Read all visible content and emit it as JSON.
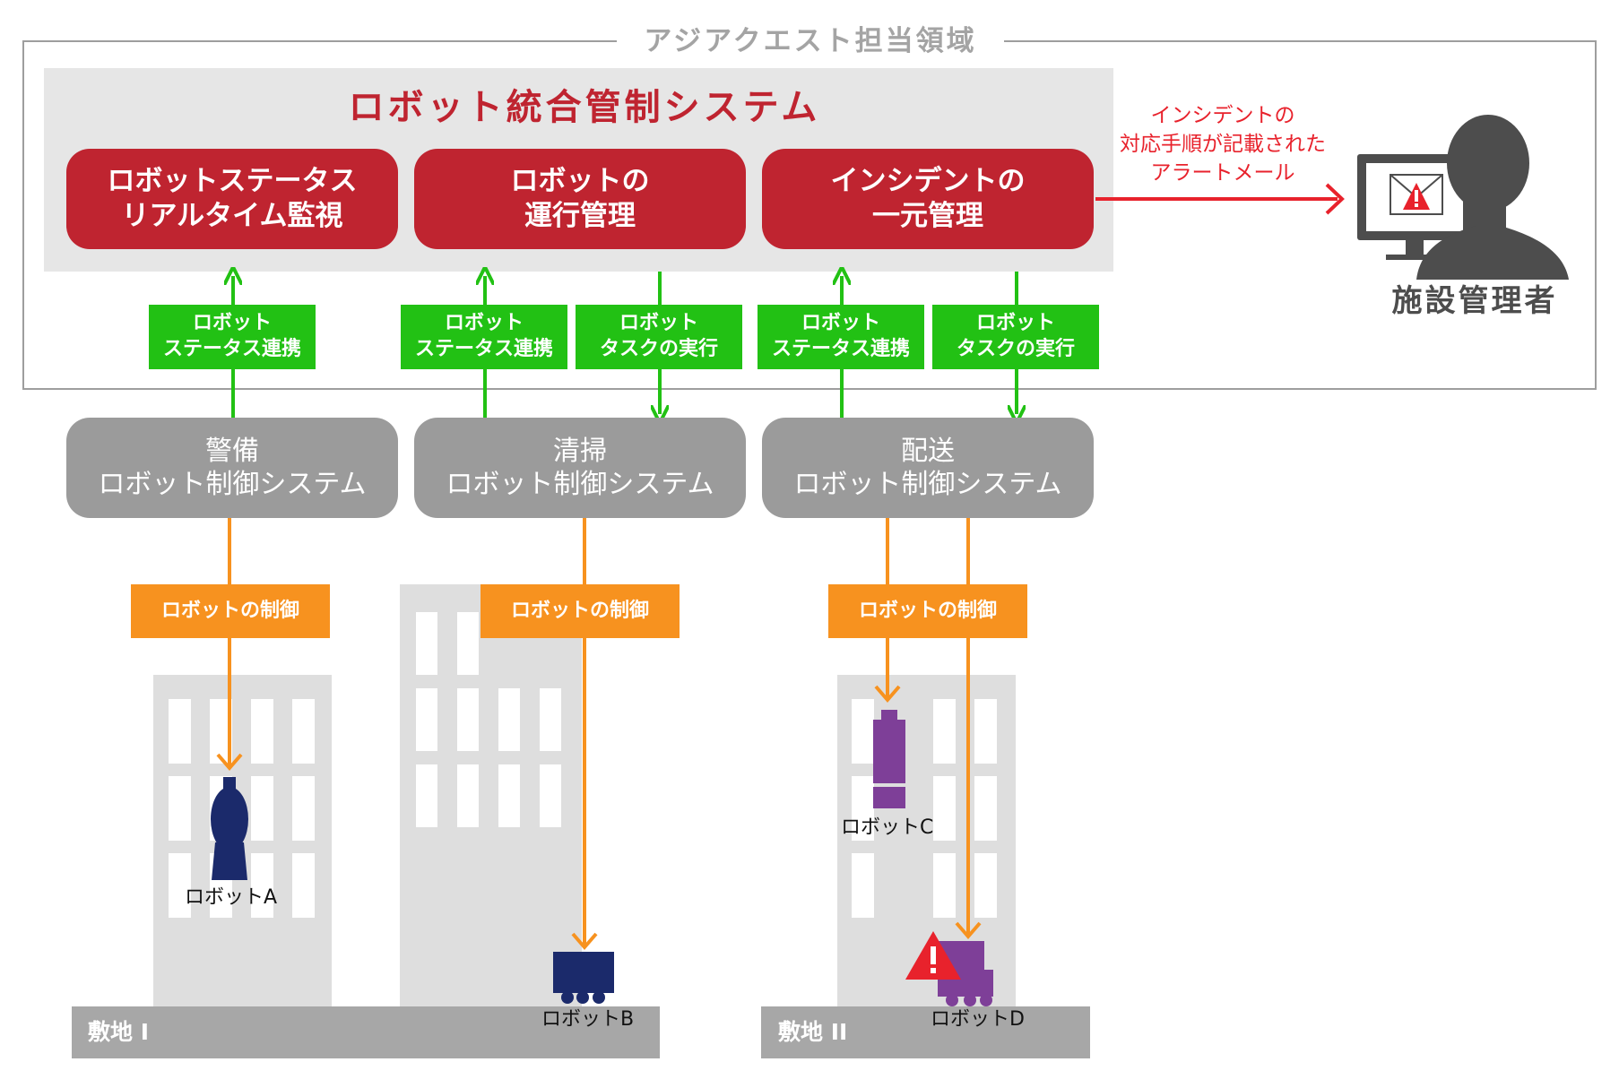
{
  "scope_label": "アジアクエスト担当領域",
  "system_title": "ロボット統合管制システム",
  "functions": [
    {
      "label": "ロボットステータス\nリアルタイム監視"
    },
    {
      "label": "ロボットの\n運行管理"
    },
    {
      "label": "インシデントの\n一元管理"
    }
  ],
  "links": {
    "status_sync": "ロボット\nステータス連携",
    "task_exec": "ロボット\nタスクの実行",
    "robot_control": "ロボットの制御"
  },
  "control_systems": [
    {
      "label": "警備\nロボット制御システム"
    },
    {
      "label": "清掃\nロボット制御システム"
    },
    {
      "label": "配送\nロボット制御システム"
    }
  ],
  "alert_message": "インシデントの\n対応手順が記載された\nアラートメール",
  "manager_label": "施設管理者",
  "robots": [
    "ロボットA",
    "ロボットB",
    "ロボットC",
    "ロボットD"
  ],
  "sites": [
    "敷地 I",
    "敷地 II"
  ],
  "colors": {
    "red": "#bf2430",
    "green": "#22c114",
    "orange": "#f7921f",
    "gray": "#9b9b9b",
    "navy": "#1b2a6b",
    "purple": "#7e3f98",
    "alert_red": "#e8222c"
  }
}
